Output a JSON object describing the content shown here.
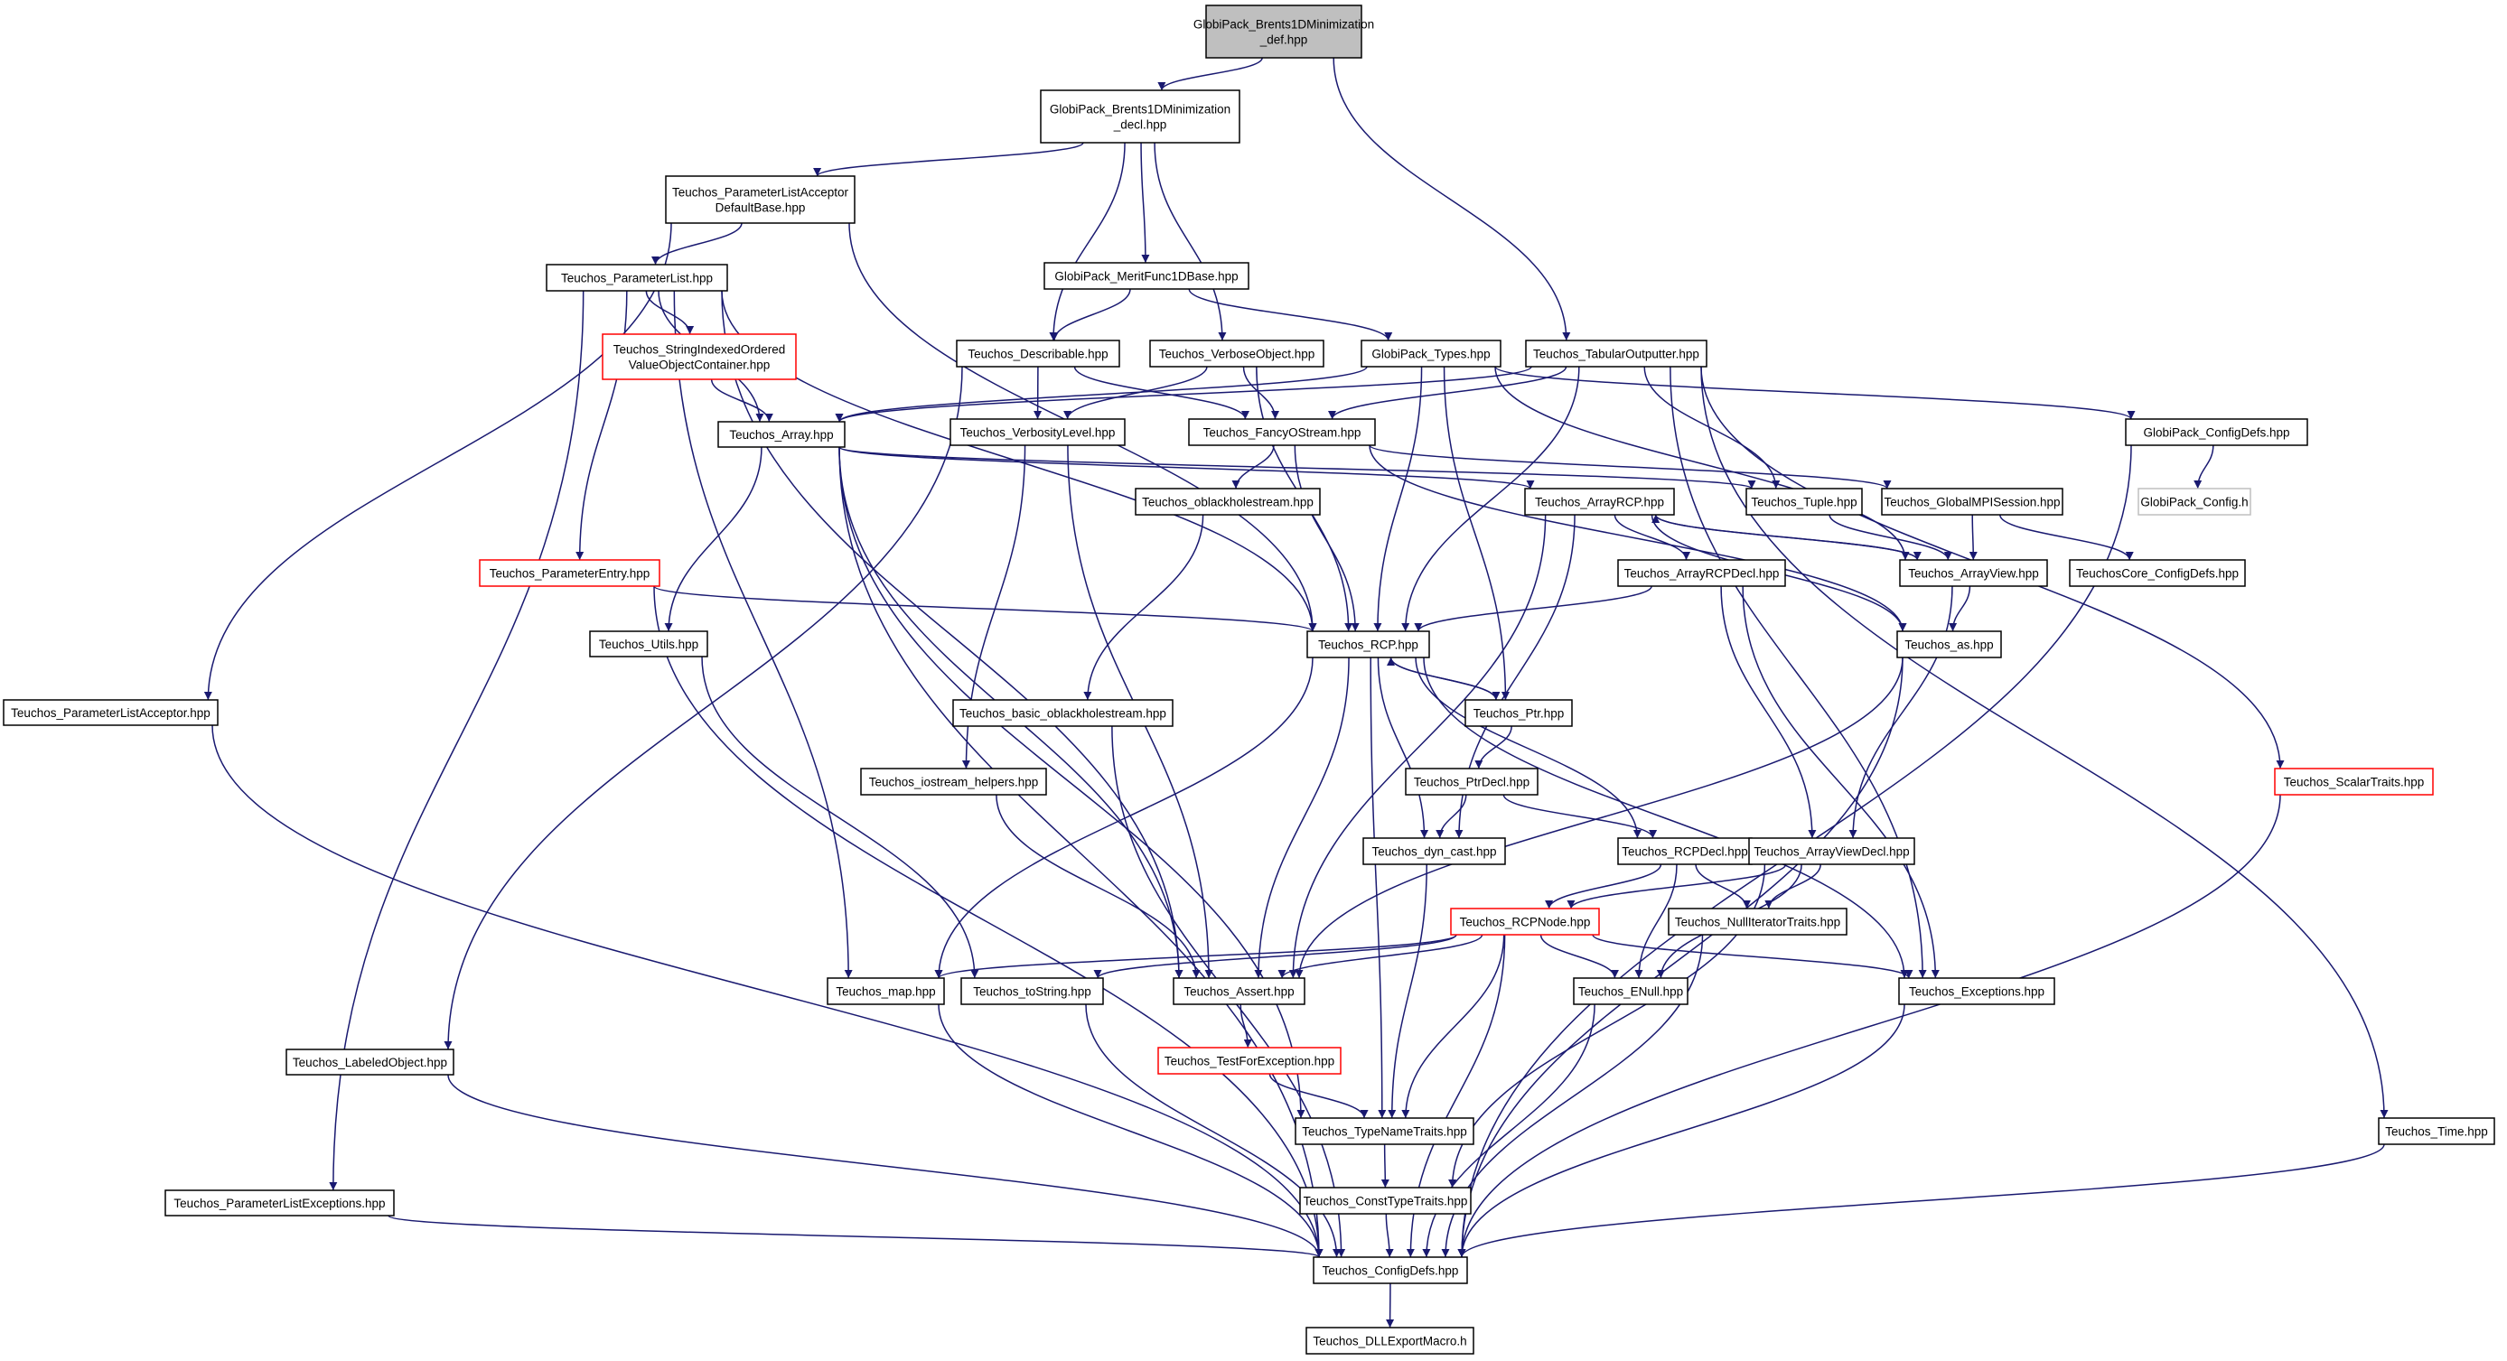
{
  "colors": {
    "edge": "#191970",
    "node_border": "#000000",
    "node_fill": "#ffffff",
    "root_fill": "#bfbfbf",
    "truncated_border": "#ff0000",
    "external_border": "#bfbfbf"
  },
  "nodes": [
    {
      "id": "n0",
      "lines": [
        "GlobiPack_Brents1DMinimization",
        "_def.hpp"
      ],
      "kind": "root"
    },
    {
      "id": "n1",
      "lines": [
        "GlobiPack_Brents1DMinimization",
        "_decl.hpp"
      ],
      "kind": "normal"
    },
    {
      "id": "n2",
      "lines": [
        "Teuchos_ParameterListAcceptor",
        "DefaultBase.hpp"
      ],
      "kind": "normal"
    },
    {
      "id": "n3",
      "lines": [
        "Teuchos_ParameterList.hpp"
      ],
      "kind": "normal"
    },
    {
      "id": "n4",
      "lines": [
        "Teuchos_StringIndexedOrdered",
        "ValueObjectContainer.hpp"
      ],
      "kind": "truncated"
    },
    {
      "id": "n5",
      "lines": [
        "Teuchos_Array.hpp"
      ],
      "kind": "normal"
    },
    {
      "id": "n6",
      "lines": [
        "Teuchos_ParameterEntry.hpp"
      ],
      "kind": "truncated"
    },
    {
      "id": "n7",
      "lines": [
        "Teuchos_Utils.hpp"
      ],
      "kind": "normal"
    },
    {
      "id": "n8",
      "lines": [
        "Teuchos_ParameterListAcceptor.hpp"
      ],
      "kind": "normal"
    },
    {
      "id": "n9",
      "lines": [
        "Teuchos_LabeledObject.hpp"
      ],
      "kind": "normal"
    },
    {
      "id": "n10",
      "lines": [
        "Teuchos_ParameterListExceptions.hpp"
      ],
      "kind": "normal"
    },
    {
      "id": "n11",
      "lines": [
        "GlobiPack_MeritFunc1DBase.hpp"
      ],
      "kind": "normal"
    },
    {
      "id": "n12",
      "lines": [
        "Teuchos_Describable.hpp"
      ],
      "kind": "normal"
    },
    {
      "id": "n13",
      "lines": [
        "Teuchos_VerboseObject.hpp"
      ],
      "kind": "normal"
    },
    {
      "id": "n14",
      "lines": [
        "GlobiPack_Types.hpp"
      ],
      "kind": "normal"
    },
    {
      "id": "n15",
      "lines": [
        "Teuchos_TabularOutputter.hpp"
      ],
      "kind": "normal"
    },
    {
      "id": "n16",
      "lines": [
        "Teuchos_VerbosityLevel.hpp"
      ],
      "kind": "normal"
    },
    {
      "id": "n17",
      "lines": [
        "Teuchos_FancyOStream.hpp"
      ],
      "kind": "normal"
    },
    {
      "id": "n18",
      "lines": [
        "Teuchos_oblackholestream.hpp"
      ],
      "kind": "normal"
    },
    {
      "id": "n19",
      "lines": [
        "Teuchos_basic_oblackholestream.hpp"
      ],
      "kind": "normal"
    },
    {
      "id": "n20",
      "lines": [
        "Teuchos_iostream_helpers.hpp"
      ],
      "kind": "normal"
    },
    {
      "id": "n21",
      "lines": [
        "Teuchos_ArrayRCP.hpp"
      ],
      "kind": "normal"
    },
    {
      "id": "n22",
      "lines": [
        "Teuchos_ArrayRCPDecl.hpp"
      ],
      "kind": "normal"
    },
    {
      "id": "n23",
      "lines": [
        "Teuchos_RCP.hpp"
      ],
      "kind": "normal"
    },
    {
      "id": "n24",
      "lines": [
        "Teuchos_Ptr.hpp"
      ],
      "kind": "normal"
    },
    {
      "id": "n25",
      "lines": [
        "Teuchos_PtrDecl.hpp"
      ],
      "kind": "normal"
    },
    {
      "id": "n26",
      "lines": [
        "Teuchos_dyn_cast.hpp"
      ],
      "kind": "normal"
    },
    {
      "id": "n27",
      "lines": [
        "Teuchos_RCPDecl.hpp"
      ],
      "kind": "normal"
    },
    {
      "id": "n28",
      "lines": [
        "Teuchos_RCPNode.hpp"
      ],
      "kind": "truncated"
    },
    {
      "id": "n29",
      "lines": [
        "Teuchos_map.hpp"
      ],
      "kind": "normal"
    },
    {
      "id": "n30",
      "lines": [
        "Teuchos_toString.hpp"
      ],
      "kind": "normal"
    },
    {
      "id": "n31",
      "lines": [
        "Teuchos_Assert.hpp"
      ],
      "kind": "normal"
    },
    {
      "id": "n32",
      "lines": [
        "Teuchos_TestForException.hpp"
      ],
      "kind": "truncated"
    },
    {
      "id": "n33",
      "lines": [
        "Teuchos_TypeNameTraits.hpp"
      ],
      "kind": "normal"
    },
    {
      "id": "n34",
      "lines": [
        "Teuchos_ConstTypeTraits.hpp"
      ],
      "kind": "normal"
    },
    {
      "id": "n35",
      "lines": [
        "Teuchos_ConfigDefs.hpp"
      ],
      "kind": "normal"
    },
    {
      "id": "n36",
      "lines": [
        "Teuchos_DLLExportMacro.h"
      ],
      "kind": "normal"
    },
    {
      "id": "n37",
      "lines": [
        "Teuchos_ENull.hpp"
      ],
      "kind": "normal"
    },
    {
      "id": "n38",
      "lines": [
        "Teuchos_NullIteratorTraits.hpp"
      ],
      "kind": "normal"
    },
    {
      "id": "n39",
      "lines": [
        "Teuchos_ArrayViewDecl.hpp"
      ],
      "kind": "normal"
    },
    {
      "id": "n40",
      "lines": [
        "Teuchos_Exceptions.hpp"
      ],
      "kind": "normal"
    },
    {
      "id": "n41",
      "lines": [
        "Teuchos_Tuple.hpp"
      ],
      "kind": "normal"
    },
    {
      "id": "n42",
      "lines": [
        "Teuchos_GlobalMPISession.hpp"
      ],
      "kind": "normal"
    },
    {
      "id": "n43",
      "lines": [
        "Teuchos_ArrayView.hpp"
      ],
      "kind": "normal"
    },
    {
      "id": "n44",
      "lines": [
        "Teuchos_as.hpp"
      ],
      "kind": "normal"
    },
    {
      "id": "n45",
      "lines": [
        "TeuchosCore_ConfigDefs.hpp"
      ],
      "kind": "normal"
    },
    {
      "id": "n46",
      "lines": [
        "GlobiPack_ConfigDefs.hpp"
      ],
      "kind": "normal"
    },
    {
      "id": "n47",
      "lines": [
        "GlobiPack_Config.h"
      ],
      "kind": "external"
    },
    {
      "id": "n48",
      "lines": [
        "Teuchos_ScalarTraits.hpp"
      ],
      "kind": "truncated"
    },
    {
      "id": "n49",
      "lines": [
        "Teuchos_Time.hpp"
      ],
      "kind": "normal"
    }
  ],
  "edges": [
    [
      "n0",
      "n1"
    ],
    [
      "n0",
      "n15"
    ],
    [
      "n1",
      "n2"
    ],
    [
      "n1",
      "n12"
    ],
    [
      "n1",
      "n11"
    ],
    [
      "n1",
      "n13"
    ],
    [
      "n2",
      "n3"
    ],
    [
      "n2",
      "n8"
    ],
    [
      "n2",
      "n23"
    ],
    [
      "n3",
      "n4"
    ],
    [
      "n3",
      "n5"
    ],
    [
      "n3",
      "n6"
    ],
    [
      "n3",
      "n10"
    ],
    [
      "n3",
      "n29"
    ],
    [
      "n3",
      "n31"
    ],
    [
      "n3",
      "n23"
    ],
    [
      "n4",
      "n5"
    ],
    [
      "n5",
      "n7"
    ],
    [
      "n5",
      "n21"
    ],
    [
      "n5",
      "n41"
    ],
    [
      "n5",
      "n31"
    ],
    [
      "n5",
      "n33"
    ],
    [
      "n5",
      "n35"
    ],
    [
      "n6",
      "n23"
    ],
    [
      "n6",
      "n35"
    ],
    [
      "n7",
      "n30"
    ],
    [
      "n8",
      "n35"
    ],
    [
      "n9",
      "n35"
    ],
    [
      "n10",
      "n35"
    ],
    [
      "n11",
      "n12"
    ],
    [
      "n11",
      "n14"
    ],
    [
      "n12",
      "n9"
    ],
    [
      "n12",
      "n16"
    ],
    [
      "n12",
      "n17"
    ],
    [
      "n13",
      "n16"
    ],
    [
      "n13",
      "n17"
    ],
    [
      "n13",
      "n23"
    ],
    [
      "n14",
      "n5"
    ],
    [
      "n14",
      "n23"
    ],
    [
      "n14",
      "n24"
    ],
    [
      "n14",
      "n43"
    ],
    [
      "n14",
      "n46"
    ],
    [
      "n15",
      "n5"
    ],
    [
      "n15",
      "n17"
    ],
    [
      "n15",
      "n23"
    ],
    [
      "n15",
      "n41"
    ],
    [
      "n15",
      "n40"
    ],
    [
      "n15",
      "n48"
    ],
    [
      "n15",
      "n49"
    ],
    [
      "n16",
      "n20"
    ],
    [
      "n16",
      "n31"
    ],
    [
      "n17",
      "n18"
    ],
    [
      "n17",
      "n23"
    ],
    [
      "n17",
      "n42"
    ],
    [
      "n17",
      "n44"
    ],
    [
      "n18",
      "n19"
    ],
    [
      "n19",
      "n35"
    ],
    [
      "n20",
      "n31"
    ],
    [
      "n21",
      "n22"
    ],
    [
      "n21",
      "n43"
    ],
    [
      "n21",
      "n44"
    ],
    [
      "n21",
      "n26"
    ],
    [
      "n21",
      "n31"
    ],
    [
      "n22",
      "n23"
    ],
    [
      "n22",
      "n39"
    ],
    [
      "n22",
      "n40"
    ],
    [
      "n23",
      "n24"
    ],
    [
      "n23",
      "n27"
    ],
    [
      "n23",
      "n26"
    ],
    [
      "n23",
      "n29"
    ],
    [
      "n23",
      "n31"
    ],
    [
      "n23",
      "n33"
    ],
    [
      "n23",
      "n40"
    ],
    [
      "n24",
      "n23"
    ],
    [
      "n24",
      "n25"
    ],
    [
      "n25",
      "n26"
    ],
    [
      "n25",
      "n27"
    ],
    [
      "n26",
      "n33"
    ],
    [
      "n27",
      "n28"
    ],
    [
      "n27",
      "n37"
    ],
    [
      "n27",
      "n38"
    ],
    [
      "n28",
      "n29"
    ],
    [
      "n28",
      "n30"
    ],
    [
      "n28",
      "n31"
    ],
    [
      "n28",
      "n33"
    ],
    [
      "n28",
      "n35"
    ],
    [
      "n28",
      "n37"
    ],
    [
      "n28",
      "n40"
    ],
    [
      "n29",
      "n35"
    ],
    [
      "n30",
      "n35"
    ],
    [
      "n31",
      "n32"
    ],
    [
      "n32",
      "n33"
    ],
    [
      "n33",
      "n34"
    ],
    [
      "n34",
      "n35"
    ],
    [
      "n35",
      "n36"
    ],
    [
      "n37",
      "n35"
    ],
    [
      "n38",
      "n35"
    ],
    [
      "n39",
      "n28"
    ],
    [
      "n39",
      "n38"
    ],
    [
      "n39",
      "n37"
    ],
    [
      "n39",
      "n34"
    ],
    [
      "n40",
      "n35"
    ],
    [
      "n41",
      "n43"
    ],
    [
      "n42",
      "n43"
    ],
    [
      "n42",
      "n45"
    ],
    [
      "n43",
      "n21"
    ],
    [
      "n43",
      "n44"
    ],
    [
      "n43",
      "n39"
    ],
    [
      "n44",
      "n31"
    ],
    [
      "n44",
      "n35"
    ],
    [
      "n46",
      "n47"
    ],
    [
      "n46",
      "n35"
    ],
    [
      "n48",
      "n35"
    ],
    [
      "n49",
      "n35"
    ]
  ]
}
